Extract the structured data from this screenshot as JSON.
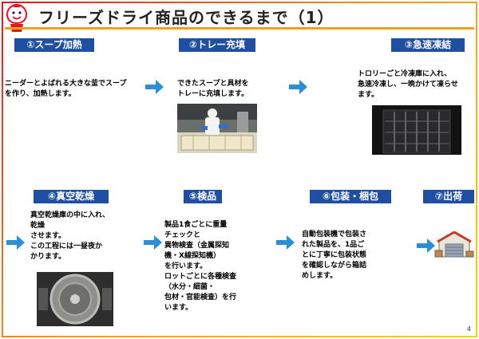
{
  "title": "フリーズドライ商品のできるまで（1）",
  "page_number": "4",
  "colors": {
    "label_bg": "#1e4fa3",
    "arrow": "#2a8fd8",
    "accent_line": "#f0a020"
  },
  "steps": [
    {
      "label": "①スープ加熱",
      "lines": [
        "ニーダーとよばれる大きな釜でスープ",
        "を作り、加熱します。"
      ]
    },
    {
      "label": "②トレー充填",
      "lines": [
        "できたスープと具材を",
        "トレーに充填します。"
      ]
    },
    {
      "label": "③急速凍結",
      "lines": [
        "トロリーごと冷凍庫に入れ、",
        "急速冷凍し、一晩かけて凍らせ",
        "ます。"
      ]
    },
    {
      "label": "④真空乾燥",
      "lines": [
        "真空乾燥庫の中に入れ、",
        "乾燥",
        "させます。",
        "この工程には一昼夜か",
        "かります。"
      ]
    },
    {
      "label": "⑤検品",
      "lines": [
        "製品1食ごとに重量",
        "チェックと",
        "異物検査（金属探知",
        "機・X線探知機）",
        "を行います。",
        "ロットごとに各種検査",
        "（水分・細菌・",
        "包材・官能検査）を行",
        "います。"
      ]
    },
    {
      "label": "⑥包装・梱包",
      "lines": [
        "自動包装機で包装さ",
        "れた製品を、1品ご",
        "とに丁寧に包装状態",
        "を確認しながら箱詰",
        "めします。"
      ]
    },
    {
      "label": "⑦出荷",
      "lines": []
    }
  ]
}
